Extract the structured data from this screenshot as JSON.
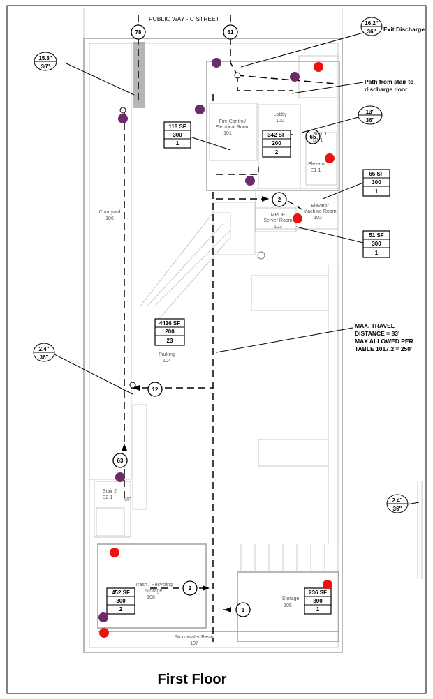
{
  "title": "First Floor",
  "street": "PUBLIC WAY - C STREET",
  "annotations": {
    "exit_discharge": "Exit Discharge",
    "path_line1": "Path from stair to",
    "path_line2": "discharge door",
    "max_travel": [
      "MAX. TRAVEL",
      "DISTANCE = 83'",
      "MAX ALLOWED PER",
      "TABLE 1017.2 = 250'"
    ]
  },
  "exit_labels": [
    {
      "top": "16.2\"",
      "bottom": "36\""
    },
    {
      "top": "15.8\"",
      "bottom": "36\""
    },
    {
      "top": "13\"",
      "bottom": "36\""
    },
    {
      "top": "2.4\"",
      "bottom": "36\""
    },
    {
      "top": "2.4\"",
      "bottom": "36\""
    }
  ],
  "bubbles": [
    "78",
    "61",
    "65",
    "2",
    "12",
    "63",
    "2",
    "1"
  ],
  "occupancy": [
    {
      "area": "118 SF",
      "factor": "300",
      "load": "1"
    },
    {
      "area": "342 SF",
      "factor": "200",
      "load": "2"
    },
    {
      "area": "66 SF",
      "factor": "300",
      "load": "1"
    },
    {
      "area": "51 SF",
      "factor": "300",
      "load": "1"
    },
    {
      "area": "4416 SF",
      "factor": "200",
      "load": "23"
    },
    {
      "area": "452 SF",
      "factor": "300",
      "load": "2"
    },
    {
      "area": "236 SF",
      "factor": "300",
      "load": "1"
    }
  ],
  "rooms": [
    {
      "name": "Fire Control/",
      "name2": "Electrical Room",
      "number": "101"
    },
    {
      "name": "Lobby",
      "name2": "",
      "number": "100"
    },
    {
      "name": "Stair 1",
      "name2": "",
      "number": "S1-1"
    },
    {
      "name": "Elevator",
      "name2": "",
      "number": "E1-1"
    },
    {
      "name": "Elevator",
      "name2": "Machine Room",
      "number": "102"
    },
    {
      "name": "MPOE",
      "name2": "Server Room",
      "number": "103"
    },
    {
      "name": "Courtyard",
      "name2": "",
      "number": "106"
    },
    {
      "name": "Parking",
      "name2": "",
      "number": "104"
    },
    {
      "name": "Stair 2",
      "name2": "",
      "number": "S2-1"
    },
    {
      "name": "Trash / Recycling",
      "name2": "Storage",
      "number": "108"
    },
    {
      "name": "Storage",
      "name2": "",
      "number": "105"
    },
    {
      "name": "Stormwater Basin",
      "name2": "",
      "number": "107"
    }
  ],
  "misc": {
    "up": "UP"
  },
  "colors": {
    "purple_marker": "#6b2c6b",
    "red_marker": "#ee1111"
  }
}
